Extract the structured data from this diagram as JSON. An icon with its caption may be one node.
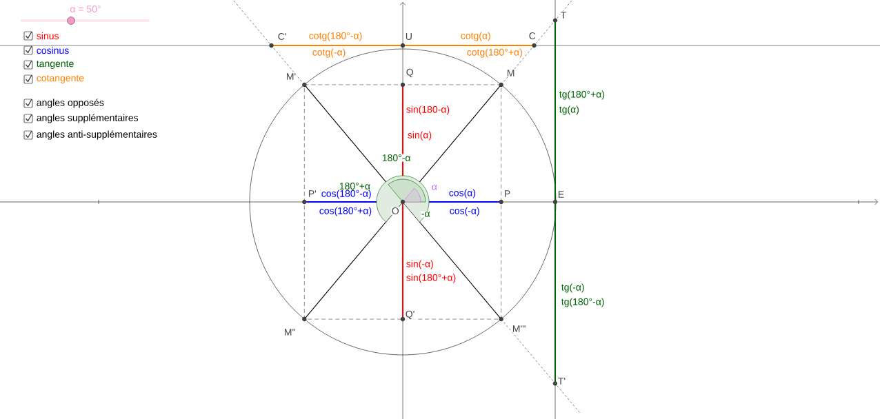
{
  "diagram": {
    "labels": [
      "α = 50°",
      "sinus",
      "cosinus",
      "tangente",
      "cotangente",
      "angles opposés",
      "angles supplémentaires",
      "angles anti-supplémentaires",
      "T",
      "C'",
      "cotg(180°-α)",
      "U",
      "cotg(α)",
      "C",
      "cotg(-α)",
      "cotg(180°+α)",
      "M'",
      "Q",
      "M",
      "tg(180°+α)",
      "sin(180-α)",
      "tg(α)",
      "sin(α)",
      "180°-α",
      "α",
      "180°+α",
      "P'",
      "cos(180°-α)",
      "cos(α)",
      "P",
      "E",
      "cos(180°+α)",
      "O",
      "cos(-α)",
      "-α",
      "sin(-α)",
      "sin(180°+α)",
      "tg(-α)",
      "tg(180°-α)",
      "Q'",
      "M''",
      "M'''",
      "T'"
    ]
  }
}
